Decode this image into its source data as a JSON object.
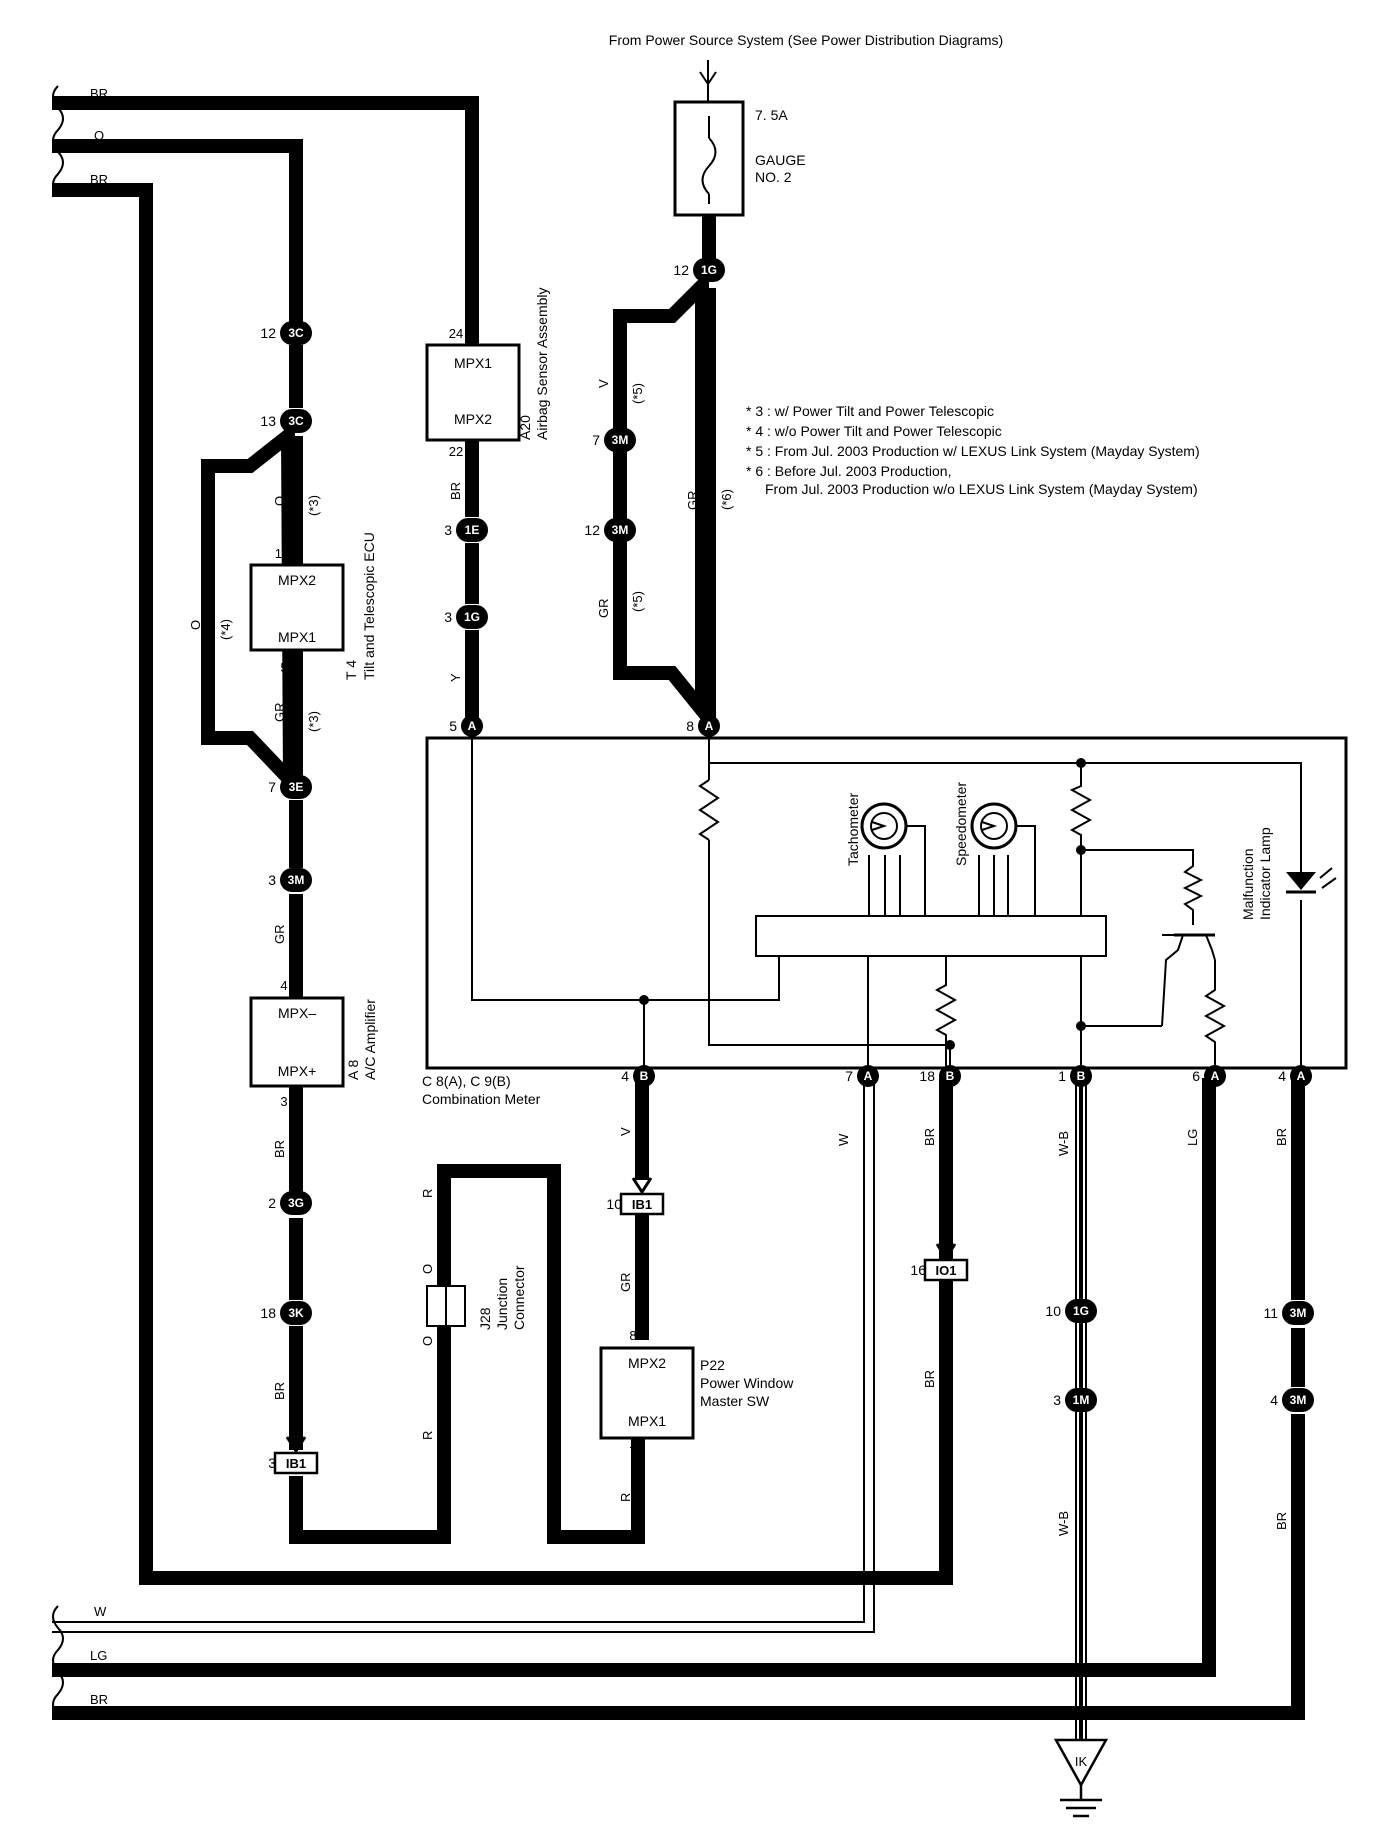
{
  "header": {
    "source_text": "From Power Source System (See Power Distribution Diagrams)"
  },
  "fuse": {
    "rating": "7. 5A",
    "name": "GAUGE",
    "name2": "NO. 2"
  },
  "left_wires": {
    "br_top": "BR",
    "o": "O",
    "br_mid": "BR",
    "w": "W",
    "lg": "LG",
    "br_bottom": "BR"
  },
  "notes": [
    "* 3 : w/ Power Tilt and Power Telescopic",
    "* 4 : w/o Power Tilt and Power Telescopic",
    "* 5 : From Jul.  2003 Production w/ LEXUS Link System (Mayday System)",
    "* 6 : Before Jul.  2003 Production,",
    "From Jul.  2003 Production w/o LEXUS Link System (Mayday System)"
  ],
  "components": {
    "airbag": {
      "code": "A20",
      "name": "Airbag Sensor Assembly",
      "pin_top": "MPX1",
      "pin_bottom": "MPX2",
      "n_top": "24",
      "n_bottom": "22"
    },
    "tilt": {
      "code": "T 4",
      "name": "Tilt and Telescopic ECU",
      "pin_top": "MPX2",
      "pin_bottom": "MPX1",
      "n_top": "14",
      "n_bottom": "5"
    },
    "ac": {
      "code": "A 8",
      "name": "A/C Amplifier",
      "pin_top": "MPX–",
      "pin_bottom": "MPX+",
      "n_top": "4",
      "n_bottom": "3"
    },
    "pw": {
      "code": "P22",
      "name1": "Power Window",
      "name2": "Master SW",
      "pin_top": "MPX2",
      "pin_bottom": "MPX1",
      "n_top": "8",
      "n_bottom": "7"
    },
    "jc": {
      "code": "J28",
      "name1": "Junction",
      "name2": "Connector"
    },
    "meter": {
      "code": "C 8(A), C 9(B)",
      "name": "Combination Meter",
      "tach": "Tachometer",
      "speedo": "Speedometer",
      "mil1": "Malfunction",
      "mil2": "Indicator Lamp"
    }
  },
  "connectors": {
    "c3c_a": {
      "id": "3C",
      "pin": "12"
    },
    "c3c_b": {
      "id": "3C",
      "pin": "13"
    },
    "c3e": {
      "id": "3E",
      "pin": "7"
    },
    "c3m_ac": {
      "id": "3M",
      "pin": "3"
    },
    "c3g": {
      "id": "3G",
      "pin": "2"
    },
    "c3k": {
      "id": "3K",
      "pin": "18"
    },
    "ib1_l": {
      "id": "IB1",
      "pin": "3"
    },
    "c1e": {
      "id": "1E",
      "pin": "3"
    },
    "c1g_a": {
      "id": "1G",
      "pin": "3"
    },
    "c1g_top": {
      "id": "1G",
      "pin": "12"
    },
    "c3m_a": {
      "id": "3M",
      "pin": "7"
    },
    "c3m_b": {
      "id": "3M",
      "pin": "12"
    },
    "ib1_r": {
      "id": "IB1",
      "pin": "10"
    },
    "io1": {
      "id": "IO1",
      "pin": "16"
    },
    "c1g_b": {
      "id": "1G",
      "pin": "10"
    },
    "c1m": {
      "id": "1M",
      "pin": "3"
    },
    "c3m_c": {
      "id": "3M",
      "pin": "11"
    },
    "c3m_d": {
      "id": "3M",
      "pin": "4"
    },
    "ik": {
      "id": "IK"
    }
  },
  "meter_pins": {
    "top_a5": {
      "pin": "5",
      "id": "A"
    },
    "top_a8": {
      "pin": "8",
      "id": "A"
    },
    "b4": {
      "pin": "4",
      "id": "B"
    },
    "a7": {
      "pin": "7",
      "id": "A"
    },
    "b18": {
      "pin": "18",
      "id": "B"
    },
    "b1": {
      "pin": "1",
      "id": "B"
    },
    "a6": {
      "pin": "6",
      "id": "A"
    },
    "a4": {
      "pin": "4",
      "id": "A"
    }
  },
  "wire_labels": {
    "o_star3": "O",
    "s3a": "(*3)",
    "o_star4": "O",
    "s4": "(*4)",
    "gr_star3": "GR",
    "s3b": "(*3)",
    "gr_ac": "GR",
    "br_ac": "BR",
    "br_3k": "BR",
    "br_airbag": "BR",
    "y_airbag": "Y",
    "v5": "V",
    "s5a": "(*5)",
    "gr5": "GR",
    "s5b": "(*5)",
    "gr6": "GR",
    "s6": "(*6)",
    "r_jc_top": "R",
    "r_jc_bot": "R",
    "o_jc_a": "O",
    "o_jc_b": "O",
    "v_b4": "V",
    "gr_pw": "GR",
    "r_pw": "R",
    "w_a7": "W",
    "br_b18": "BR",
    "br_io1": "BR",
    "wb_1": "W-B",
    "wb_2": "W-B",
    "lg_a6": "LG",
    "br_a4": "BR",
    "br_3m": "BR"
  }
}
